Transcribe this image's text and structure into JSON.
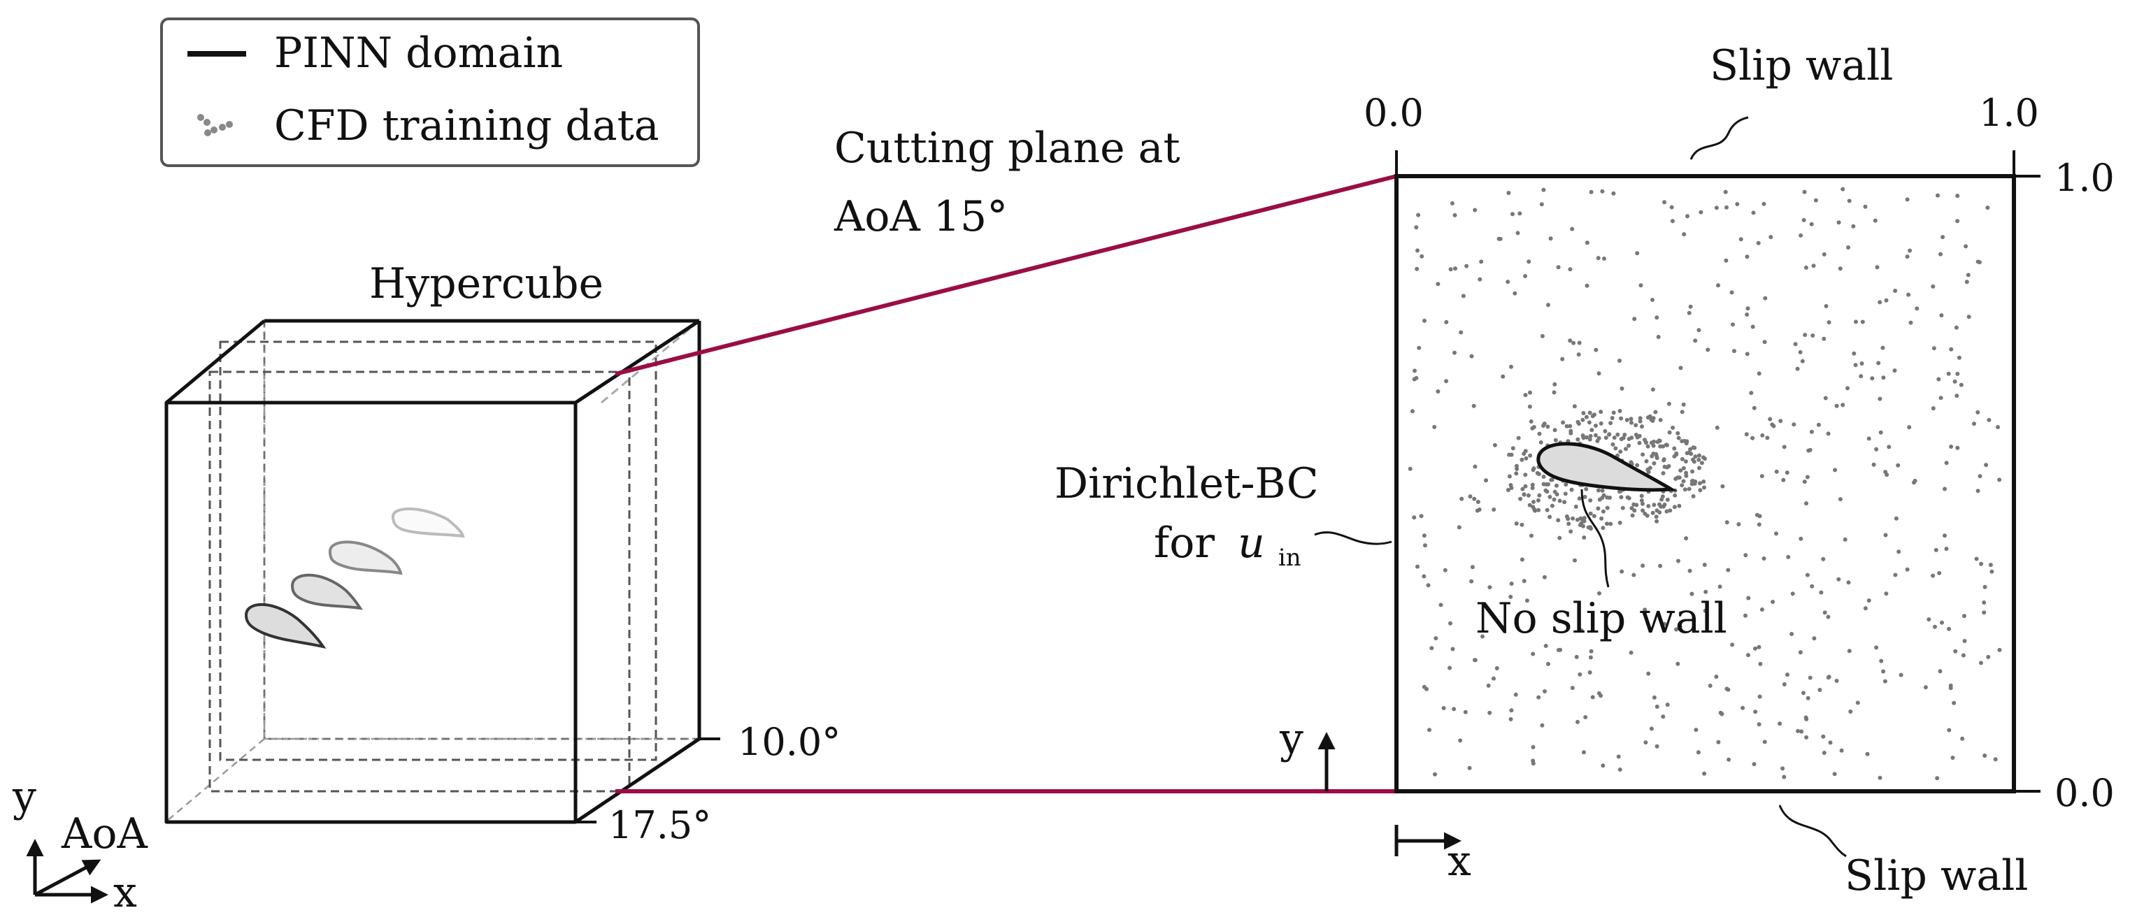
{
  "legend": {
    "items": [
      {
        "label": "PINN domain",
        "symbol": "line"
      },
      {
        "label": "CFD training data",
        "symbol": "points"
      }
    ]
  },
  "hypercube": {
    "title": "Hypercube",
    "aoa_front_label": "17.5°",
    "aoa_back_label": "10.0°",
    "axis_y": "y",
    "axis_aoa": "AoA",
    "axis_x": "x"
  },
  "cutting_plane": {
    "line1": "Cutting plane at",
    "line2": "AoA 15°"
  },
  "domain": {
    "x_left_label": "0.0",
    "x_right_label": "1.0",
    "y_top_label": "1.0",
    "y_bottom_label": "0.0",
    "top_wall": "Slip wall",
    "bottom_wall": "Slip wall",
    "inlet_line1": "Dirichlet-BC",
    "inlet_line2_prefix": "for",
    "inlet_var": "u",
    "inlet_sub": "in",
    "airfoil_wall": "No slip wall",
    "axis_y": "y",
    "axis_x": "x"
  },
  "colors": {
    "frame": "#111111",
    "cutting_plane": "#9b0d45",
    "points": "#777777",
    "dashed": "#555555",
    "airfoil_fill": "#dcdcdc"
  }
}
